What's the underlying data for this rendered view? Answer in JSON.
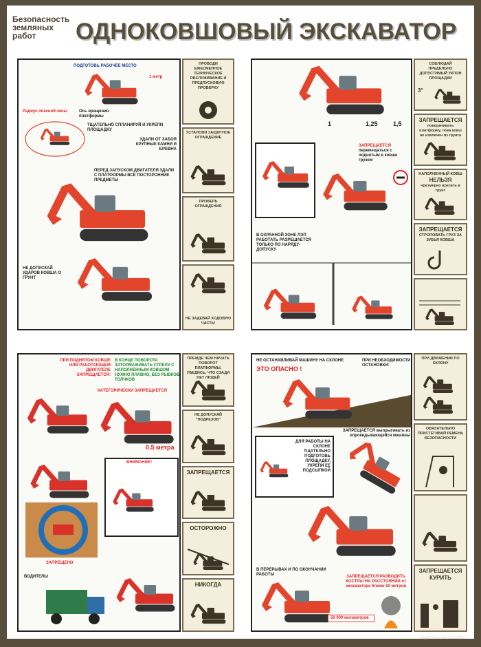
{
  "header": {
    "subtitle": "Безопасность земляных работ",
    "title": "ОДНОКОВШОВЫЙ ЭКСКАВАТОР"
  },
  "q1": {
    "main": [
      "ПОДГОТОВЬ РАБОЧЕЕ МЕСТО",
      "1 метр",
      "Радиус опасной зоны",
      "Ось вращения платформы",
      "ТЩАТЕЛЬНО СПЛАНИРУЙ И УКРЕПИ ПЛОЩАДКУ",
      "УДАЛИ ОТ ЗАБОЯ КРУПНЫЕ КАМНИ И БРЕВНА",
      "ПЕРЕД ЗАПУСКОМ ДВИГАТЕЛЯ УДАЛИ С ПЛАТФОРМЫ ВСЕ ПОСТОРОННИЕ ПРЕДМЕТЫ",
      "НЕ ДОПУСКАЙ УДАРОВ КОВША О ГРУНТ"
    ],
    "side": [
      "ПРОВОДИ ЕЖЕСМЕННОЕ ТЕХНИЧЕСКОЕ ОБСЛУЖИВАНИЕ И ПРЕДПУСКОВУЮ ПРОВЕРКУ",
      "УСТАНОВИ ЗАЩИТНОЕ ОГРАЖДЕНИЕ",
      "ПРОВЕРЬ ОГРАЖДЕНИЯ",
      "НЕ ЗАДЕВАЙ ХОДОВУЮ ЧАСТЬ!"
    ]
  },
  "q2": {
    "main": [
      "ЗАПРЕЩАЕТСЯ",
      "перемещаться с поднятым в ковше грузом",
      "В ОХРАННОЙ ЗОНЕ ЛЭП РАБОТАТЬ РАЗРЕШАЕТСЯ ТОЛЬКО ПО НАРЯДУ-ДОПУСКУ",
      "1",
      "1,25",
      "1,5"
    ],
    "side": [
      "СОБЛЮДАЙ ПРЕДЕЛЬНО ДОПУСТИМЫЙ УКЛОН ПЛОЩАДКИ",
      "3°",
      "ЗАПРЕЩАЕТСЯ",
      "поворачивать платформу, пока ковш не извлечен из грунта",
      "НАПОЛНЕННЫЙ КОВШ",
      "НЕЛЬЗЯ",
      "чрезмерно врезать в грунт",
      "ЗАПРЕЩАЕТСЯ",
      "СТРОПОВАТЬ ГРУЗ ЗА ЗУБЬЯ КОВША"
    ]
  },
  "q3": {
    "main": [
      "ПРИ ПОДНЯТОМ КОВШЕ ИЛИ РАБОТАЮЩЕМ ДВИГАТЕЛЕ ЗАПРЕЩАЕТСЯ:",
      "В КОНЦЕ ПОВОРОТА ЗАТОРМАЖИВАТЬ СТРЕЛУ С НАПОЛНЕННЫМ КОВШОМ НУЖНО ПЛАВНО, БЕЗ РЫВКОВ ТОЛЧКОВ",
      "КАТЕГОРИЧЕСКИ ЗАПРЕЩАЕТСЯ",
      "0.5 метра",
      "ВНИМАНИЕ!",
      "ЗАПРЕЩЕНО",
      "ВОДИТЕЛЬ!"
    ],
    "side": [
      "ПРЕЖДЕ ЧЕМ НАЧАТЬ ПОВОРОТ ПЛАТФОРМЫ, УБЕДИСЬ, ЧТО СЗАДИ НЕТ ЛЮДЕЙ",
      "НЕ ДОПУСКАЙ \"ПОДРЕЗОВ\"",
      "ЗАПРЕЩАЕТСЯ",
      "ОСТОРОЖНО",
      "НИКОГДА"
    ]
  },
  "q4": {
    "main": [
      "НЕ ОСТАНАВЛИВАЙ МАШИНУ НА СКЛОНЕ",
      "ЭТО ОПАСНО !",
      "ПРИ НЕОБХОДИМОСТИ ОСТАНОВКИ:",
      "ЗАПРЕЩАЕТСЯ выпрыгивать из опрокидывающейся машины",
      "ДЛЯ РАБОТЫ НА СКЛОНЕ ТЩАТЕЛЬНО ПОДГОТОВЬ ПЛОЩАДКУ, УКРЕПИ ЕЕ ПОДСЫПКОЙ",
      "В ПЕРЕРЫВАХ И ПО ОКОНЧАНИИ РАБОТЫ",
      "ЗАПРЕЩАЕТСЯ РАЗВОДИТЬ КОСТРЫ НА РАССТОЯНИИ от экскаватора ближе 50 метров",
      "50 000 километров"
    ],
    "side": [
      "ПРИ ДВИЖЕНИИ ПО СКЛОНУ",
      "ОБЯЗАТЕЛЬНО ПРИСТЕГИВАЙ РЕМЕНЬ БЕЗОПАСНОСТИ",
      "ЗАПРЕЩАЕТСЯ КУРИТЬ"
    ]
  },
  "footer": "Издательство СОУЭЛО",
  "colors": {
    "frame": "#574f3c",
    "excavator": "#e2452c",
    "panel": "#f4efdc",
    "icon": "#3d3326"
  }
}
